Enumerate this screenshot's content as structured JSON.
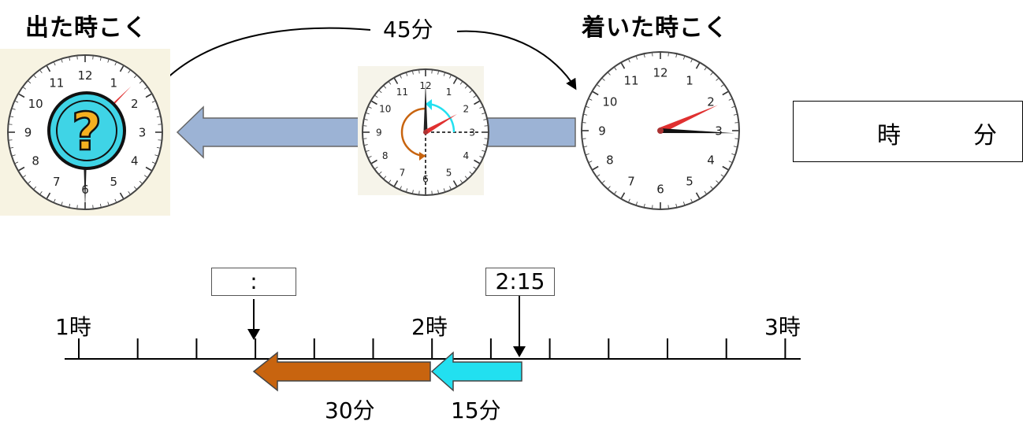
{
  "headings": {
    "departure": "出た時こく",
    "arrival": "着いた時こく"
  },
  "duration_label": "45分",
  "clock_numbers": [
    "12",
    "1",
    "2",
    "3",
    "4",
    "5",
    "6",
    "7",
    "8",
    "9",
    "10",
    "11"
  ],
  "question_mark": "?",
  "answer": {
    "hour_unit": "時",
    "minute_unit": "分"
  },
  "timeline": {
    "ticks": [
      "1時",
      "2時",
      "3時"
    ],
    "departure_box": ":",
    "arrival_box": "2:15",
    "segment_30": "30分",
    "segment_15": "15分"
  },
  "colors": {
    "wide_arrow": "#9cb3d5",
    "orange_arrow": "#c8640f",
    "cyan_arrow": "#22e0f0",
    "minute_hand_red": "#e03030",
    "question_circle": "#3fd4e6",
    "question_mark": "#f5b020"
  }
}
